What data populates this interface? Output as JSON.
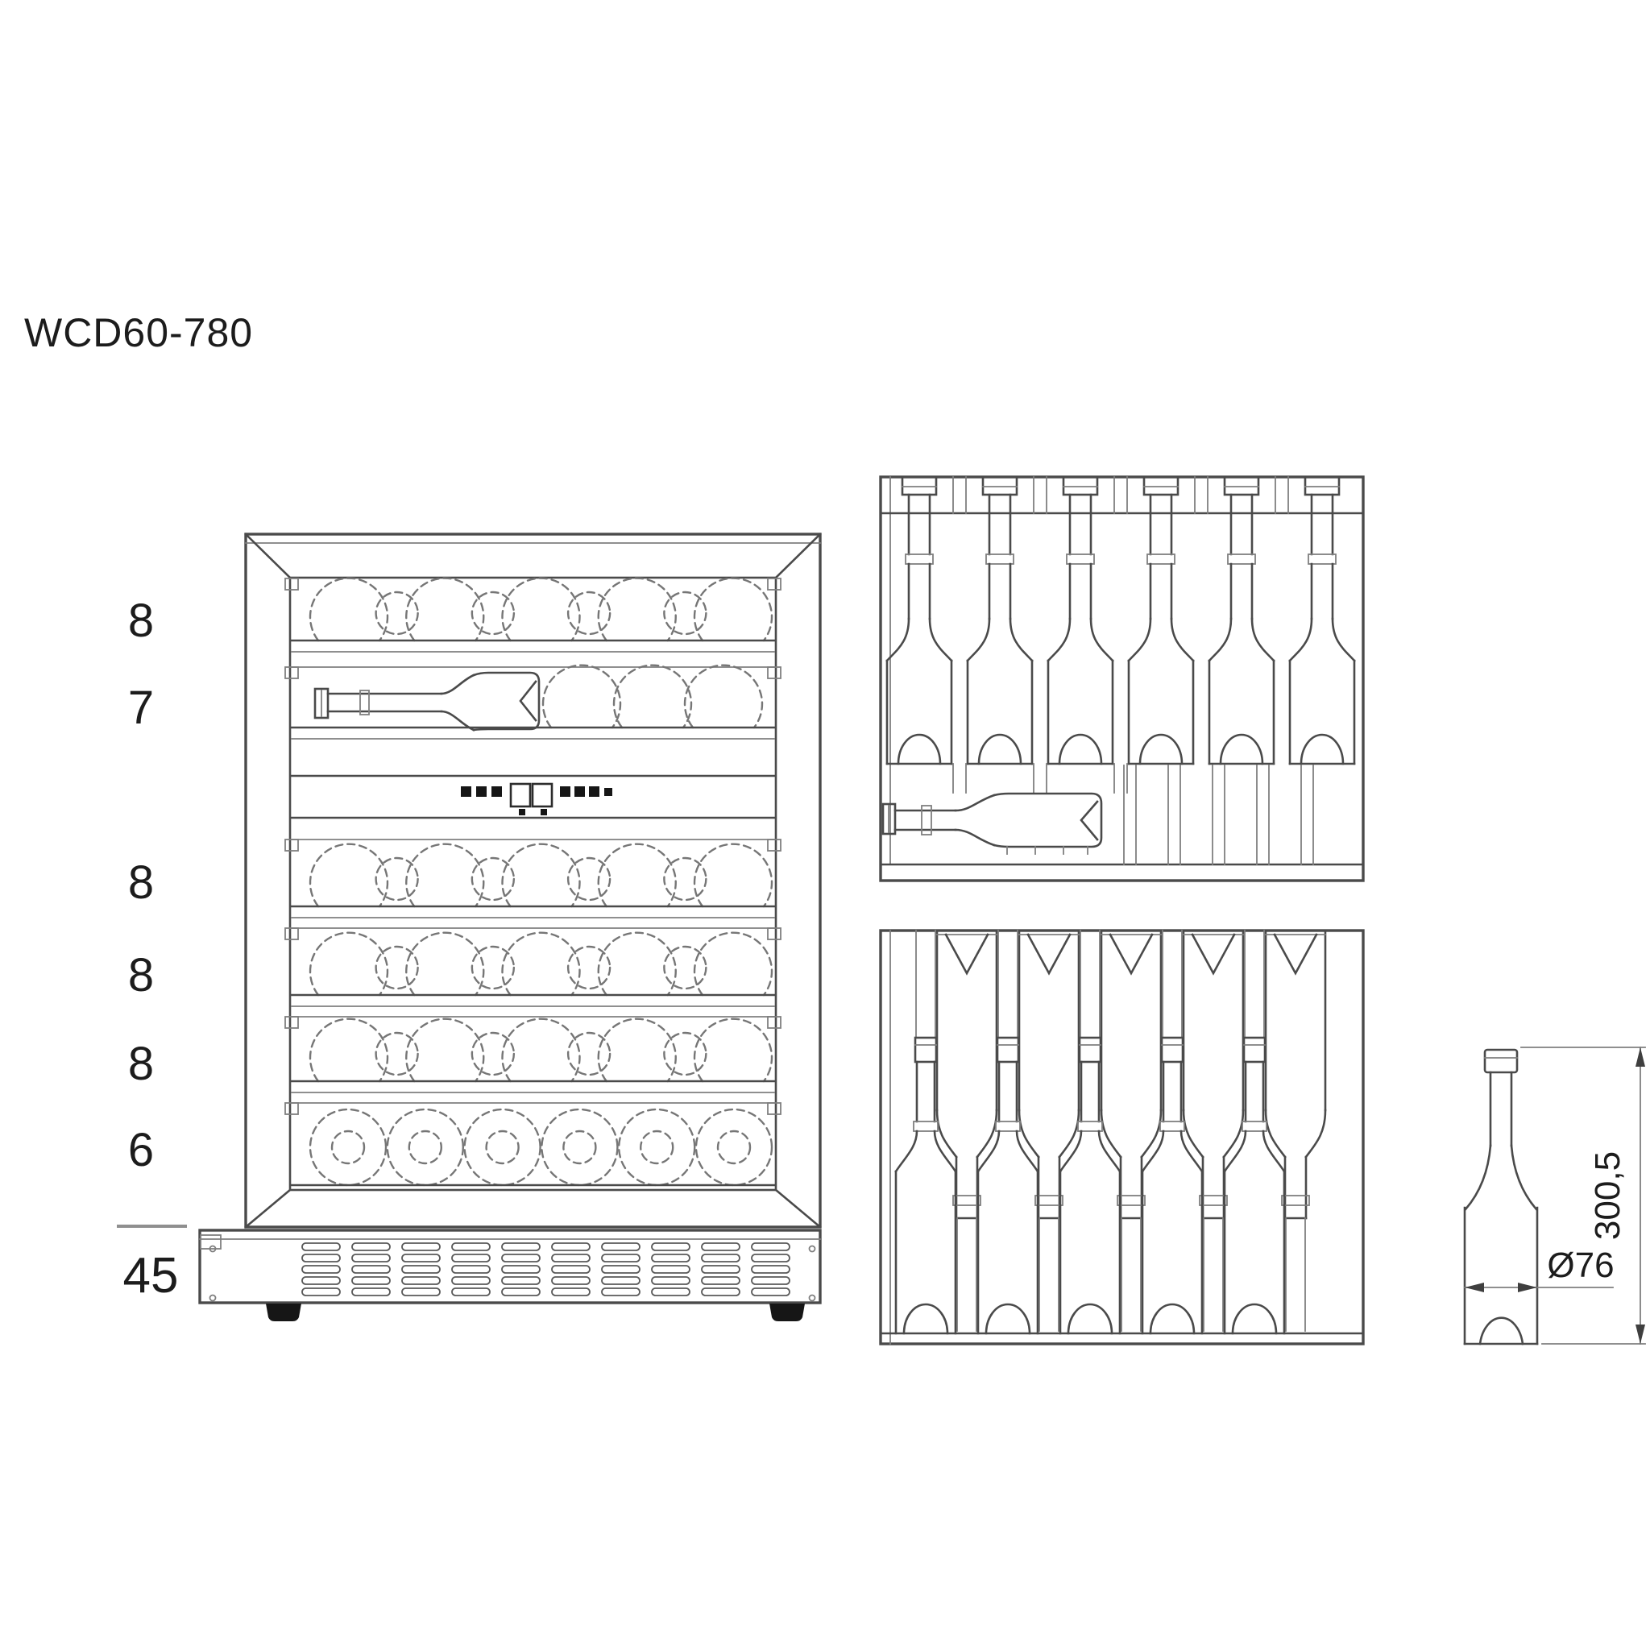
{
  "product": {
    "model": "WCD60-780"
  },
  "capacity": {
    "shelf_counts": [
      "8",
      "7",
      "8",
      "8",
      "8",
      "6"
    ],
    "total": "45"
  },
  "bottle_dimensions": {
    "height_label": "300,5",
    "diameter_label": "Ø76"
  },
  "views": {
    "front": {
      "shelves": [
        {
          "bottles": 8,
          "style": "arcs"
        },
        {
          "bottles": 7,
          "style": "display"
        },
        {
          "bottles": 8,
          "style": "arcs"
        },
        {
          "bottles": 8,
          "style": "arcs"
        },
        {
          "bottles": 8,
          "style": "arcs"
        },
        {
          "bottles": 6,
          "style": "standing"
        }
      ]
    },
    "top_shelf": {
      "standing_bottles": 6,
      "lying_bottles": 1
    },
    "alternating_shelf": {
      "bottles_neck_down": 5,
      "bottles_neck_up": 5
    }
  }
}
